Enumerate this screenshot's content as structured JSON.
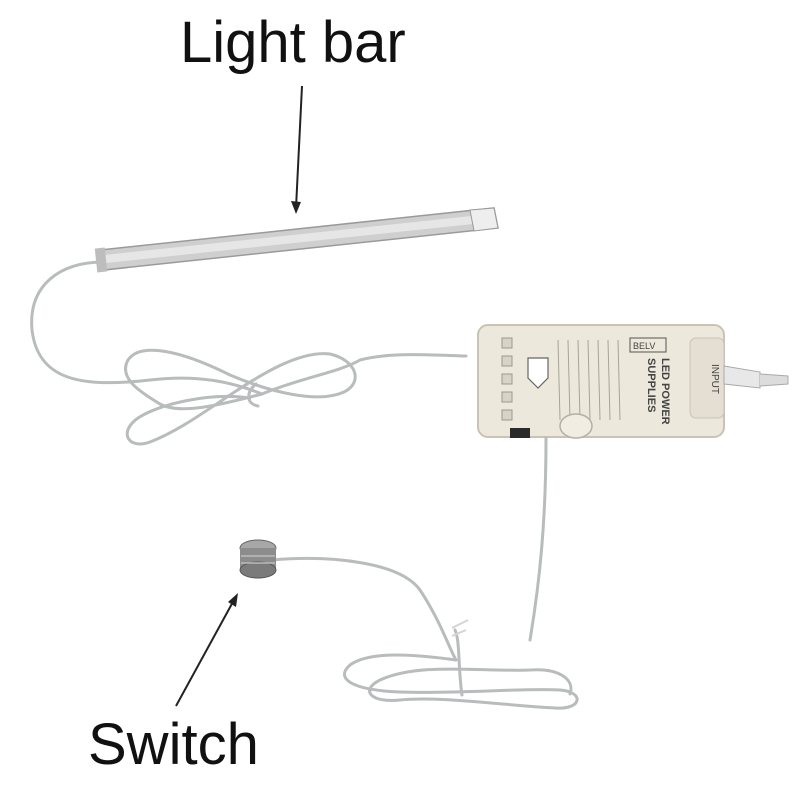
{
  "labels": {
    "light_bar": "Light bar",
    "switch": "Switch"
  },
  "power_supply": {
    "brand_line_1": "LED POWER",
    "brand_line_2": "SUPPLIES",
    "input_label": "INPUT",
    "bel_mark": "BELV"
  },
  "colors": {
    "background": "#ffffff",
    "text": "#111111",
    "cable": "#b9bcbc",
    "psu_body": "#ece8dc",
    "light_bar": "#cfcfcf",
    "switch_metal": "#9a9a9a"
  }
}
